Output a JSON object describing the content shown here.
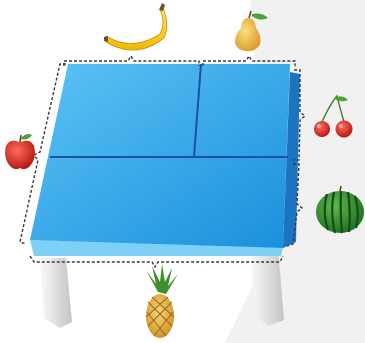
{
  "scene": {
    "kind": "table-with-fruit-labels",
    "colors": {
      "background": "#ffffff",
      "shadow_panel": "#f0f0f0",
      "table_top_light": "#49b8f2",
      "table_top_dark": "#1e96e0",
      "table_edge": "#6fcaf5",
      "table_side": "#1b78c4",
      "grid_line": "#1f4fa8",
      "brace": "#3c3c3c",
      "leg_light": "#f4f4f4",
      "leg_dark": "#c9c9c9"
    },
    "table_top_sections": 3,
    "labels": [
      {
        "position": "top",
        "fruit": "banana",
        "icon": "banana-icon"
      },
      {
        "position": "top",
        "fruit": "pear",
        "icon": "pear-icon"
      },
      {
        "position": "left",
        "fruit": "apple",
        "icon": "apple-icon"
      },
      {
        "position": "right",
        "fruit": "cherries",
        "icon": "cherries-icon"
      },
      {
        "position": "right",
        "fruit": "watermelon",
        "icon": "watermelon-icon"
      },
      {
        "position": "bottom",
        "fruit": "pineapple",
        "icon": "pineapple-icon"
      }
    ]
  }
}
